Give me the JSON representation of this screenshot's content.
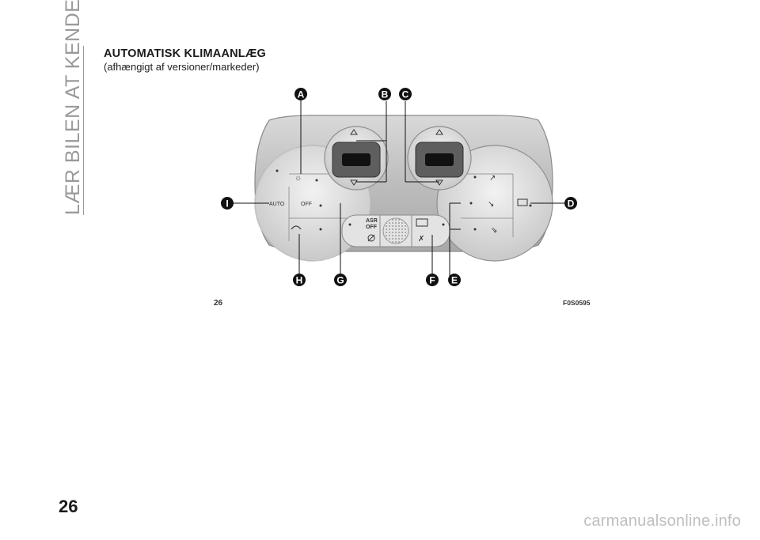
{
  "side_tab": {
    "text": "LÆR BILEN AT KENDE"
  },
  "section": {
    "title": "AUTOMATISK KLIMAANLÆG",
    "subtitle": "(afhængigt af versioner/markeder)"
  },
  "figure": {
    "callouts": [
      "A",
      "B",
      "C",
      "D",
      "E",
      "F",
      "G",
      "H",
      "I"
    ],
    "buttons": {
      "auto": "AUTO",
      "off": "OFF",
      "asr_line1": "ASR",
      "asr_line2": "OFF"
    },
    "page_ref": "26",
    "code": "F0S0595"
  },
  "footer": {
    "page_number": "26",
    "watermark": "carmanualsonline.info"
  }
}
